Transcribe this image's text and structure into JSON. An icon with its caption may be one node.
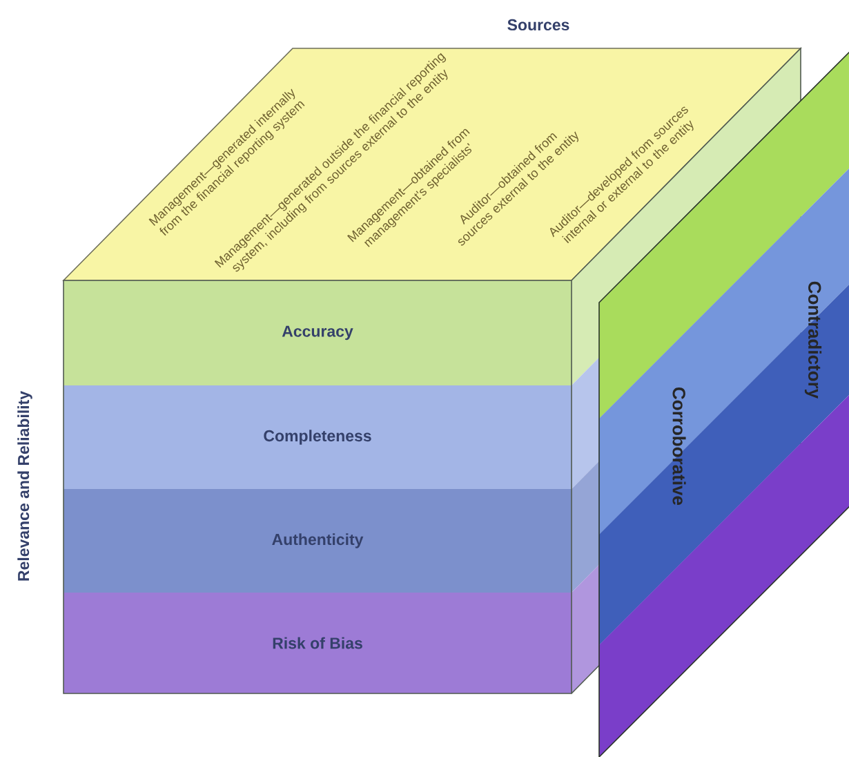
{
  "diagram": {
    "nodes": [
      {
        "text": [
          "Management—generated internally from the financial reporting system",
          "Management—generated outside the financial reporting system, including from sources external to the entity",
          "Management—obtained from management's specialists'",
          "Auditor—obtained from sources external to the entity",
          "Auditor—developed from sources internal or external to the entity"
        ]
      },
      {
        "text": [
          "Accuracy"
        ]
      },
      {
        "text": [
          "Completeness"
        ]
      },
      {
        "text": [
          "Authenticity"
        ]
      },
      {
        "text": [
          "Risk of Bias"
        ]
      }
    ],
    "labels": [
      "Sources",
      "Relevance and Reliability",
      "Contradictory",
      "Corroborative"
    ]
  }
}
